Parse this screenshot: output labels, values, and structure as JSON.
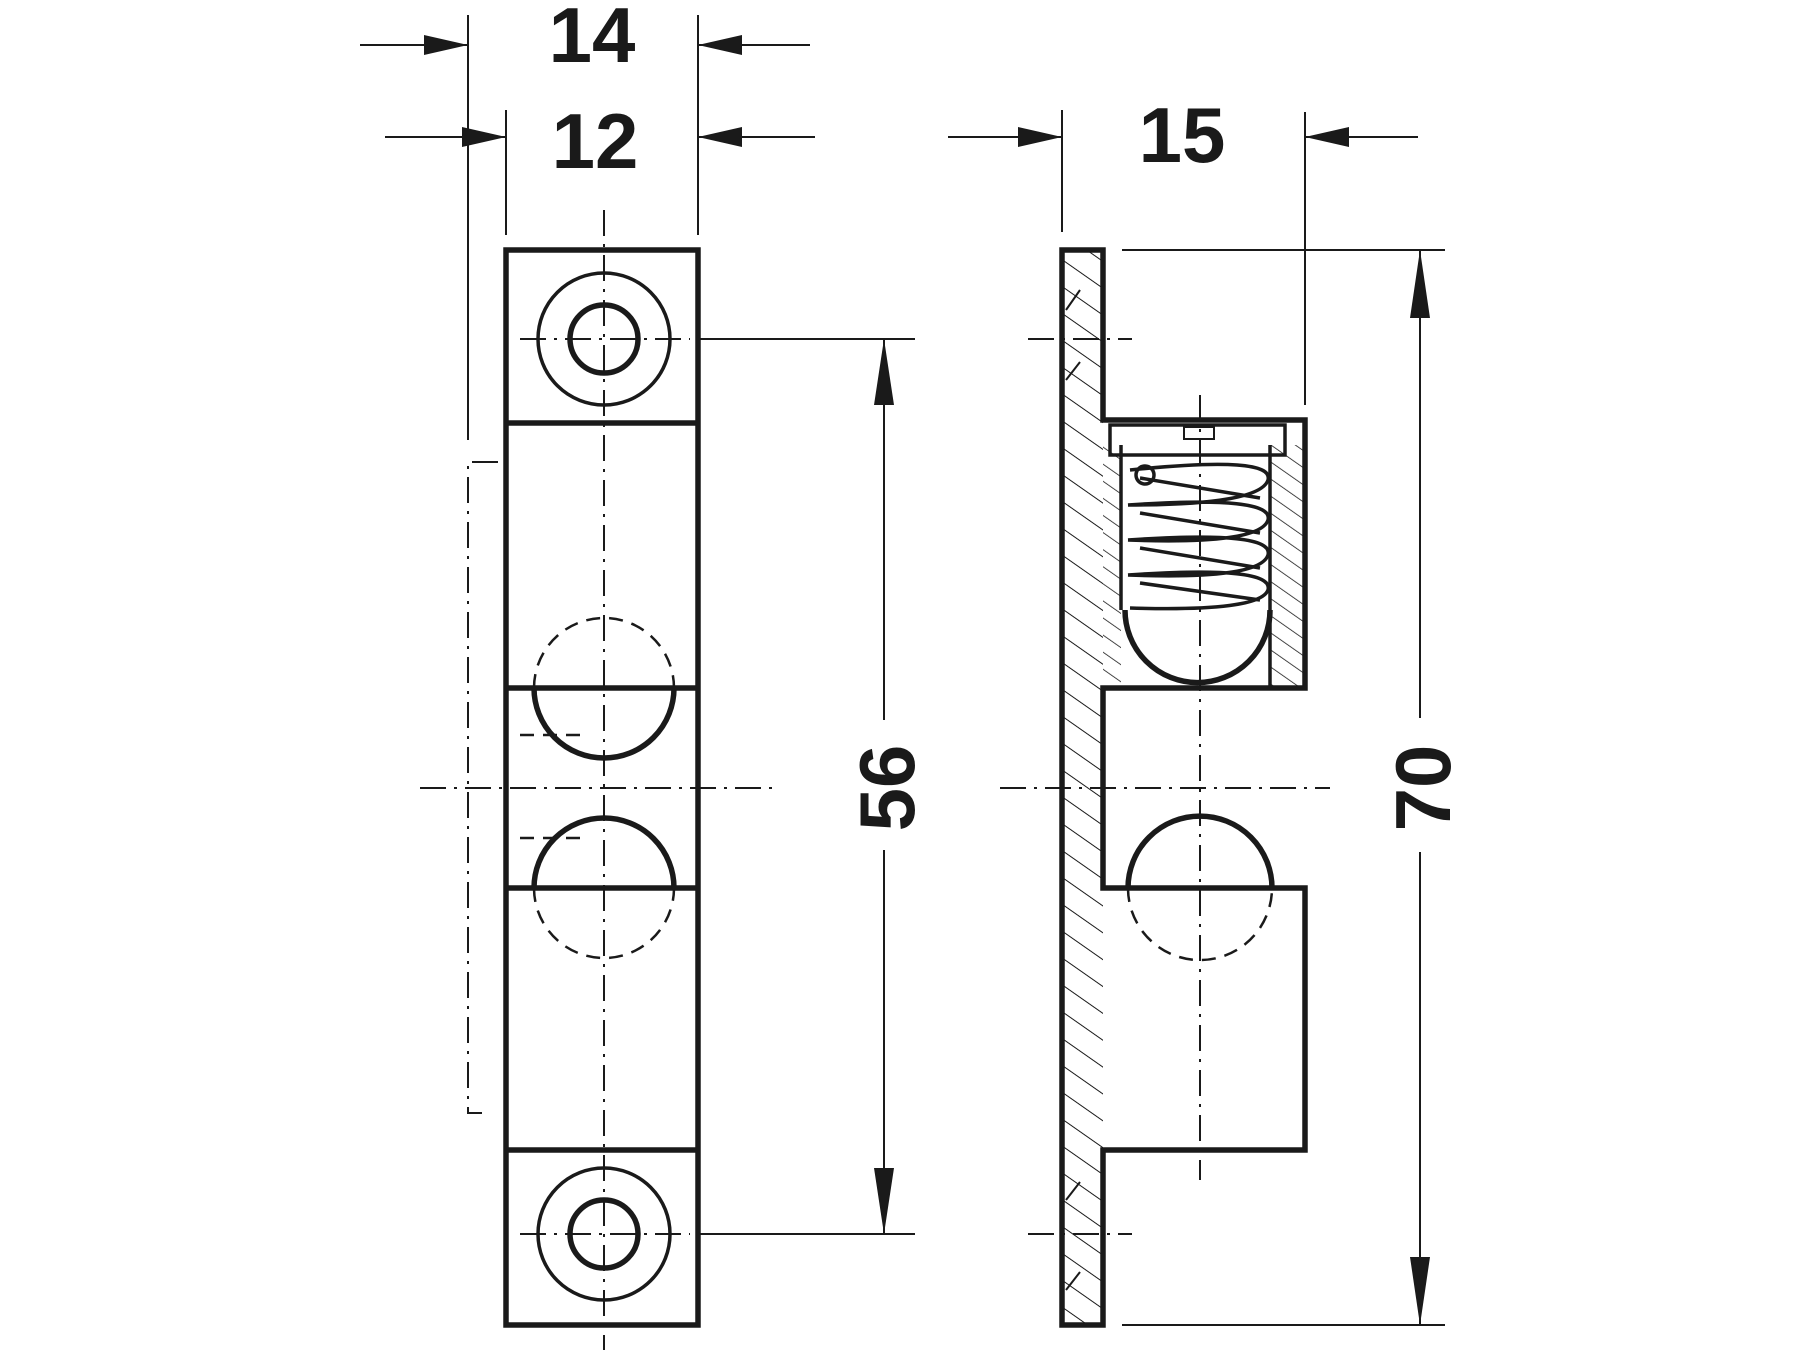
{
  "dimensions": {
    "width_outer": "14",
    "width_inner": "12",
    "depth": "15",
    "hole_spacing": "56",
    "total_length": "70"
  },
  "colors": {
    "line": "#1a1a1a",
    "background": "#ffffff"
  }
}
